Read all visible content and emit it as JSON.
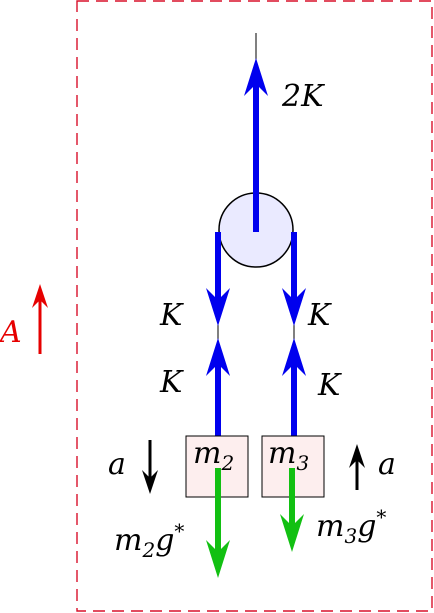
{
  "colors": {
    "frame": "#d8102a",
    "force": "#0000ee",
    "gravity": "#12c012",
    "kinematic": "#000000",
    "frame_accel": "#e60000",
    "pulley_fill": "#eaeaff",
    "mass_fill": "#fdeeee"
  },
  "labels": {
    "support_force": "2K",
    "tension_left_upper": "K",
    "tension_right_upper": "K",
    "tension_left_lower": "K",
    "tension_right_lower": "K",
    "mass_left": {
      "base": "m",
      "sub": "2"
    },
    "mass_right": {
      "base": "m",
      "sub": "3"
    },
    "accel_left": "a",
    "accel_right": "a",
    "frame_accel": "A",
    "weight_left": {
      "base": "m",
      "sub": "2",
      "rest": "g",
      "sup": "*"
    },
    "weight_right": {
      "base": "m",
      "sub": "3",
      "rest": "g",
      "sup": "*"
    }
  },
  "icons": {
    "pulley": "circle",
    "arrows": "filled-chevron-arrow"
  }
}
